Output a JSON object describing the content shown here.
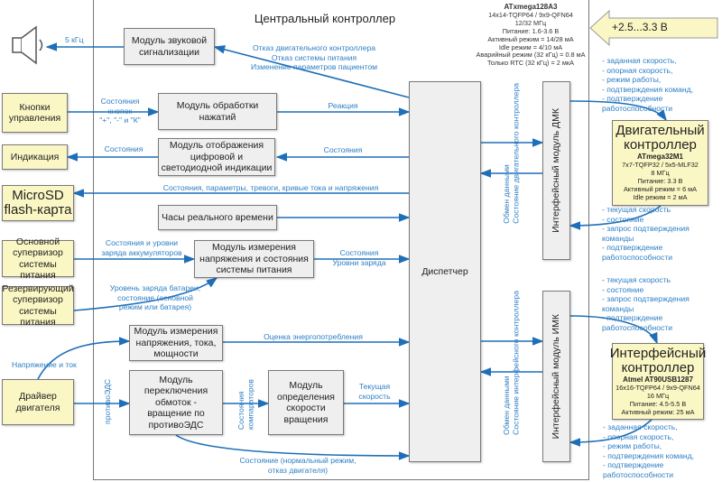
{
  "colors": {
    "wire": "#1f6fb8",
    "label": "#2d7fc5",
    "module_fill": "#efefef",
    "external_fill": "#fbf7c4"
  },
  "central": {
    "title": "Центральный контроллер",
    "chip_name": "ATxmega128A3",
    "chip_lines": [
      "14x14-TQFP64 / 9x9-QFN64",
      "12/32 МГц",
      "Питание: 1.6-3.6 В",
      "Активный режим = 14/28 мА",
      "Idle режим = 4/10 мА",
      "Аварийный режим (32 кГц) = 0.8 мА",
      "Только RTC (32 кГц) = 2 мкА"
    ]
  },
  "power": {
    "label": "+2.5...3.3 В"
  },
  "external": {
    "speaker": "speaker-icon",
    "buttons": [
      "Кнопки",
      "управления"
    ],
    "indication": [
      "Индикация"
    ],
    "microsd": [
      "MicroSD",
      "flash-карта"
    ],
    "main_supervisor": [
      "Основной",
      "супервизор",
      "системы питания"
    ],
    "backup_supervisor": [
      "Резервирующий",
      "супервизор",
      "системы питания"
    ],
    "motor_driver": [
      "Драйвер",
      "двигателя"
    ]
  },
  "modules": {
    "sound": [
      "Модуль звуковой",
      "сигнализации"
    ],
    "buttons_proc": [
      "Модуль обработки",
      "нажатий"
    ],
    "display": [
      "Модуль отображения",
      "цифровой и",
      "светодиодной индикации"
    ],
    "rtc": [
      "Часы реального времени"
    ],
    "power_meas": [
      "Модуль измерения",
      "напряжения и состояния",
      "системы питания"
    ],
    "vip_meas": [
      "Модуль измерения",
      "напряжения, тока,",
      "мощности"
    ],
    "commutation": [
      "Модуль",
      "переключения",
      "обмоток -",
      "вращение по",
      "противоЭДС"
    ],
    "speed": [
      "Модуль",
      "определения",
      "скорости",
      "вращения"
    ],
    "dispatcher": "Диспетчер",
    "dmk": "Интерфейсный модуль ДМК",
    "imk": "Интерфейсный модуль ИМК"
  },
  "signals": {
    "freq": [
      "5 кГц"
    ],
    "alarms": [
      "Отказ двигательного контроллера",
      "Отказ системы питания",
      "Изменение параметров пациентом"
    ],
    "button_states": [
      "Состояния",
      "кнопок",
      "\"+\", \"-\" и \"К\""
    ],
    "reaction": [
      "Реакция"
    ],
    "display_out": [
      "Состояния"
    ],
    "display_in": [
      "Состояния"
    ],
    "sd": [
      "Состояния, параметры, тревоги, кривые тока и напряжения"
    ],
    "battery_states": [
      "Состояния и уровни",
      "заряда аккумуляторов"
    ],
    "charge_levels": [
      "Состояния",
      "Уровни заряда"
    ],
    "backup_battery": [
      "Уровень заряда батареи,",
      "состояние (основной",
      "режим или батарея)"
    ],
    "energy": [
      "Оценка энергопотребления"
    ],
    "vi": [
      "Напряжение и ток"
    ],
    "bemf": "противоЭДС",
    "comparators": [
      "Состояния",
      "компараторов"
    ],
    "current_speed": [
      "Текущая",
      "скорость"
    ],
    "motor_state": [
      "Состояние (нормальный режим,",
      "отказ двигателя)"
    ],
    "dmk_exchange": [
      "Обмен данными",
      "Состояние двигательного контроллера"
    ],
    "imk_exchange": [
      "Обмен данными",
      "Состояние интерфейсного контроллера"
    ],
    "to_motor": [
      "- заданная скорость,",
      "- опорная скорость,",
      "- режим работы,",
      "- подтверждения команд,",
      "- подтверждение",
      "работоспособности"
    ],
    "from_motor": [
      "- текущая скорость",
      "- состояние",
      "- запрос подтверждения",
      "команды",
      "- подтверждение",
      "работоспособности"
    ],
    "to_iface": [
      "- текущая скорость",
      "- состояние",
      "- запрос подтверждения",
      "команды",
      "- подтверждение",
      "работоспособности"
    ],
    "from_iface": [
      "- заданная скорость,",
      "- опорная скорость,",
      "- режим работы,",
      "- подтверждения команд,",
      "- подтверждение",
      "работоспособности"
    ]
  },
  "motor_controller": {
    "title": [
      "Двигательный",
      "контроллер"
    ],
    "chip_name": "ATmega32M1",
    "chip_lines": [
      "7x7-TQFP32 / 5x5-MLF32",
      "8 МГц",
      "Питание: 3.3 В",
      "Активный режим = 6 мА",
      "Idle режим = 2 мА"
    ]
  },
  "interface_controller": {
    "title": [
      "Интерфейсный",
      "контроллер"
    ],
    "chip_name": "Atmel AT90USB1287",
    "chip_lines": [
      "16x16-TQFP64 / 9x9-QFN64",
      "16 МГц",
      "Питание: 4.5-5.5 В",
      "Активный режим: 25 мА"
    ]
  }
}
